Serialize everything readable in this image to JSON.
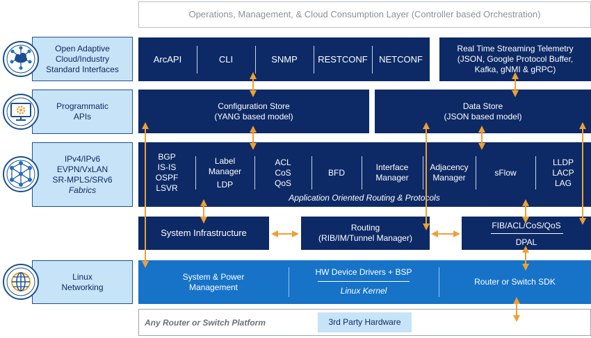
{
  "top_layer": "Operations, Management, & Cloud Consumption Layer (Controller based Orchestration)",
  "left_panels": [
    {
      "lines": [
        "Open Adaptive",
        "Cloud/Industry",
        "Standard Interfaces"
      ],
      "icon": "cloud-network-icon"
    },
    {
      "lines": [
        "Programmatic",
        "APIs"
      ],
      "icon": "monitor-gear-icon"
    },
    {
      "lines": [
        "IPv4/IPv6",
        "EVPN/VxLAN",
        "SR-MPLS/SRv6"
      ],
      "italic": "Fabrics",
      "icon": "mesh-network-icon"
    },
    {
      "lines": [
        "Linux",
        "Networking"
      ],
      "icon": "globe-icon"
    }
  ],
  "interfaces": [
    "ArcAPI",
    "CLI",
    "SNMP",
    "RESTCONF",
    "NETCONF"
  ],
  "telemetry": [
    "Real Time Streaming Telemetry",
    "(JSON, Google Protocol  Buffer,",
    "Kafka, gNMI & gRPC)"
  ],
  "config_store": [
    "Configuration Store",
    "(YANG based model)"
  ],
  "data_store": [
    "Data Store",
    "(JSON based model)"
  ],
  "protocols": {
    "routing": [
      "BGP",
      "IS-IS",
      "OSPF",
      "LSVR"
    ],
    "label": [
      "Label",
      "Manager",
      "LDP"
    ],
    "qos": [
      "ACL",
      "CoS",
      "QoS"
    ],
    "bfd": "BFD",
    "interface": [
      "Interface",
      "Manager"
    ],
    "adjacency": [
      "Adjacency",
      "Manager"
    ],
    "sflow": "sFlow",
    "link": [
      "LLDP",
      "LACP",
      "LAG"
    ],
    "caption": "Application Oriented Routing & Protocols"
  },
  "system_infra": "System Infrastructure",
  "routing_box": [
    "Routing",
    "(RIB/IM/Tunnel Manager)"
  ],
  "fib": {
    "top": "FIB/ACL/CoS/QoS",
    "bottom": "DPAL"
  },
  "linux_layer": {
    "power": [
      "System & Power",
      "Management"
    ],
    "drivers": "HW Device Drivers + BSP",
    "kernel": "Linux Kernel",
    "sdk": "Router or Switch SDK"
  },
  "platform": {
    "label": "Any Router or Switch Platform",
    "third_party": "3rd Party Hardware"
  },
  "colors": {
    "navy": "#0d2a66",
    "blue": "#1673c8",
    "light_blue": "#c7e3f7",
    "arrow": "#f0a030",
    "outline": "#9aa3ad"
  }
}
